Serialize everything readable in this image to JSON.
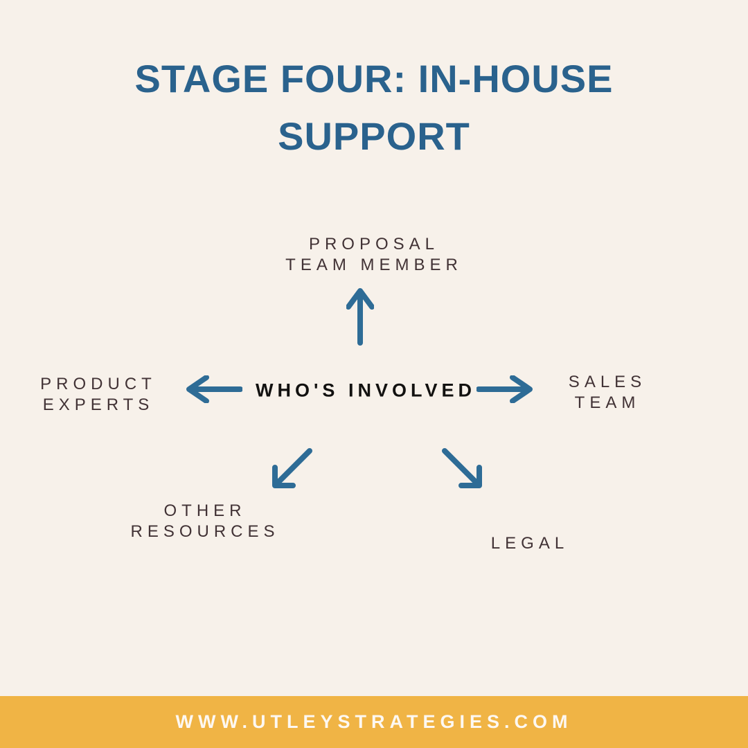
{
  "colors": {
    "background": "#f7f1ea",
    "title": "#2a628d",
    "arrow": "#2e6c96",
    "label": "#413235",
    "center_label": "#121110",
    "footer_bar": "#f0b445",
    "footer_text": "#fdf8f2"
  },
  "title": {
    "lines": [
      "STAGE FOUR: IN-HOUSE",
      "SUPPORT"
    ]
  },
  "diagram": {
    "center_label": "WHO'S INVOLVED",
    "nodes": [
      {
        "id": "proposal-team-member",
        "label": "PROPOSAL\nTEAM MEMBER",
        "direction": "up"
      },
      {
        "id": "product-experts",
        "label": "PRODUCT\nEXPERTS",
        "direction": "left"
      },
      {
        "id": "sales-team",
        "label": "SALES\nTEAM",
        "direction": "right"
      },
      {
        "id": "other-resources",
        "label": "OTHER\nRESOURCES",
        "direction": "down-left"
      },
      {
        "id": "legal",
        "label": "LEGAL",
        "direction": "down-right"
      }
    ]
  },
  "footer": {
    "url": "WWW.UTLEYSTRATEGIES.COM"
  }
}
